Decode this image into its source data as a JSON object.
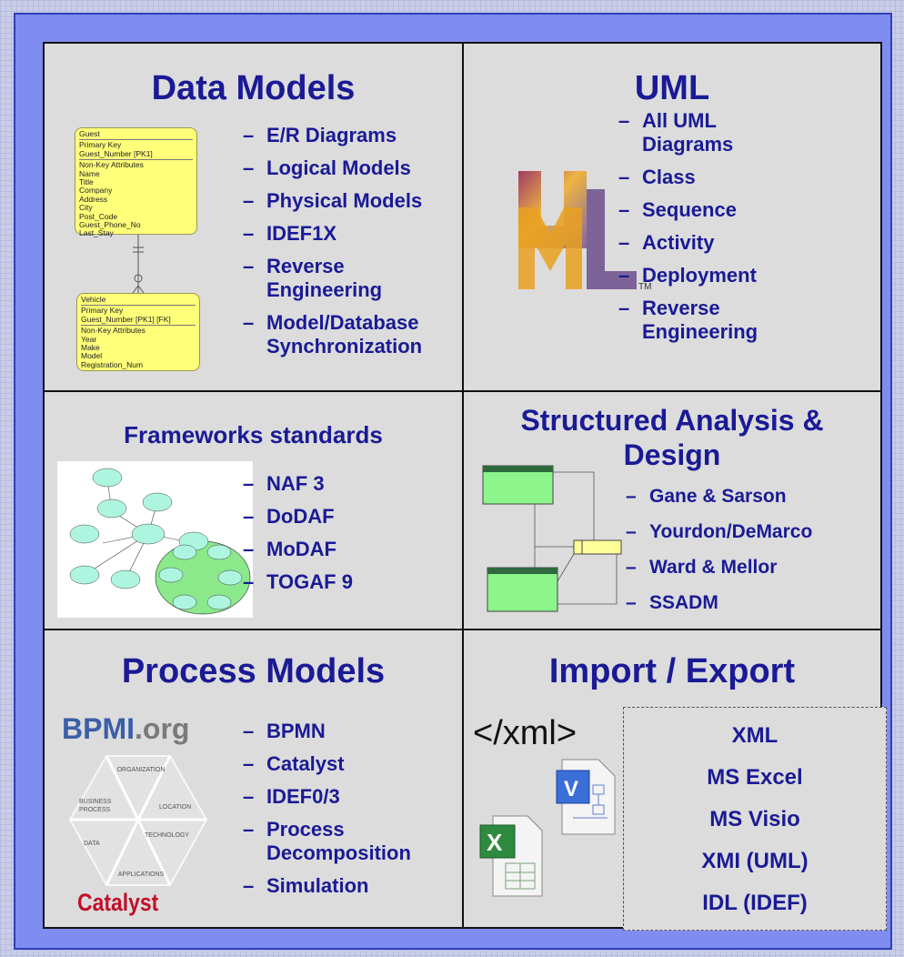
{
  "panels": {
    "data_models": {
      "title": "Data Models",
      "items": [
        "E/R Diagrams",
        "Logical Models",
        "Physical Models",
        "IDEF1X",
        "Reverse Engineering",
        "Model/Database Synchronization"
      ],
      "er_guest": [
        "Guest",
        "Primary Key",
        "Guest_Number   [PK1]",
        "Non-Key Attributes",
        "Name",
        "Title",
        "Company",
        "Address",
        "City",
        "Post_Code",
        "Guest_Phone_No",
        "Last_Stay"
      ],
      "er_vehicle": [
        "Vehicle",
        "Primary Key",
        "Guest_Number   [PK1]  [FK]",
        "Non-Key Attributes",
        "Year",
        "Make",
        "Model",
        "Registration_Num"
      ]
    },
    "uml": {
      "title": "UML",
      "items": [
        "All UML Diagrams",
        "Class",
        "Sequence",
        "Activity",
        "Deployment",
        "Reverse Engineering"
      ],
      "logo_tm": "TM"
    },
    "frameworks": {
      "title": "Frameworks standards",
      "items": [
        "NAF 3",
        "DoDAF",
        "MoDAF",
        "TOGAF 9"
      ]
    },
    "structured": {
      "title": "Structured Analysis & Design",
      "items": [
        "Gane & Sarson",
        "Yourdon/DeMarco",
        "Ward & Mellor",
        "SSADM"
      ]
    },
    "process": {
      "title": "Process Models",
      "items": [
        "BPMN",
        "Catalyst",
        "IDEF0/3",
        "Process Decomposition",
        "Simulation"
      ],
      "bpmi_main": "BPMI",
      "bpmi_suffix": ".org",
      "hex_labels": [
        "ORGANIZATION",
        "BUSINESS PROCESS",
        "LOCATION",
        "DATA",
        "TECHNOLOGY",
        "APPLICATIONS"
      ],
      "catalyst_logo": "Catalyst"
    },
    "import_export": {
      "title": "Import / Export",
      "xml_tag": "</xml>",
      "items": [
        "XML",
        "MS Excel",
        "MS Visio",
        "XMI (UML)",
        "IDL (IDEF)"
      ]
    }
  },
  "colors": {
    "title_blue": "#1a1a96",
    "frame_blue": "#7f8cf0",
    "panel_gray": "#dcdcdc",
    "er_yellow": "#ffff7a",
    "ssa_green": "#8cf58c"
  }
}
